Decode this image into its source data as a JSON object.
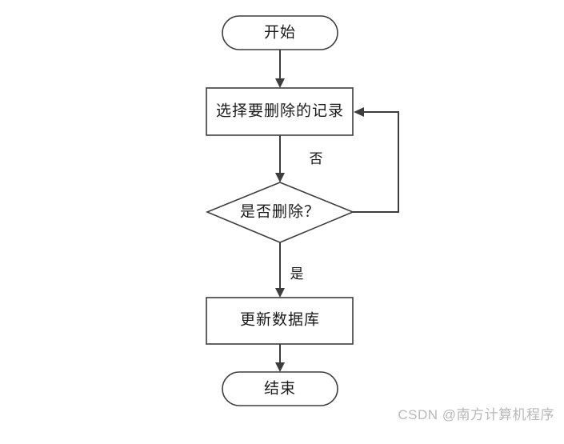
{
  "diagram": {
    "type": "flowchart",
    "direction": "top-to-bottom",
    "background_color": "#ffffff",
    "line_color": "#3d3d3d",
    "text_color": "#1a1a1a",
    "nodes": [
      {
        "id": "start",
        "shape": "stadium",
        "label": "开始"
      },
      {
        "id": "select",
        "shape": "rectangle",
        "label": "选择要删除的记录"
      },
      {
        "id": "decision",
        "shape": "diamond",
        "label": "是否删除？"
      },
      {
        "id": "update",
        "shape": "rectangle",
        "label": "更新数据库"
      },
      {
        "id": "end",
        "shape": "stadium",
        "label": "结束"
      }
    ],
    "edges": [
      {
        "from": "start",
        "to": "select",
        "label": ""
      },
      {
        "from": "select",
        "to": "decision",
        "label": ""
      },
      {
        "from": "decision",
        "to": "select",
        "label": "否"
      },
      {
        "from": "decision",
        "to": "update",
        "label": "是"
      },
      {
        "from": "update",
        "to": "end",
        "label": ""
      }
    ],
    "edge_labels": {
      "no": "否",
      "yes": "是"
    }
  },
  "watermark": {
    "text": "CSDN @南方计算机程序",
    "color": "#b8b8b8"
  },
  "caption": {
    "text": ""
  }
}
